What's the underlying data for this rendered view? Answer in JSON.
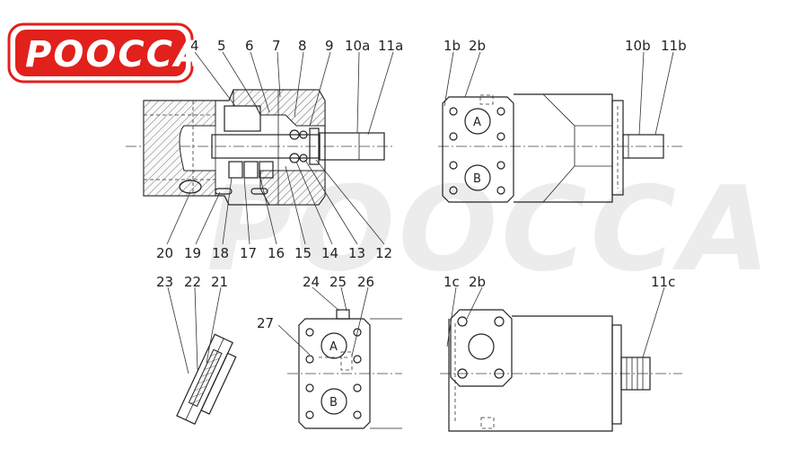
{
  "logo": {
    "text": "POOCCA",
    "color": "#e2201c"
  },
  "watermark": {
    "text": "POOCCA"
  },
  "ports": {
    "a": "A",
    "b": "B"
  },
  "labels_top_left": [
    "4",
    "5",
    "6",
    "7",
    "8",
    "9",
    "10a",
    "11a"
  ],
  "labels_bottom_left": [
    "20",
    "19",
    "18",
    "17",
    "16",
    "15",
    "14",
    "13",
    "12"
  ],
  "labels_top_right_a": [
    "1b",
    "2b"
  ],
  "labels_top_right_b": [
    "10b",
    "11b"
  ],
  "labels_bottom_left_small": [
    "23",
    "22",
    "21"
  ],
  "labels_bottom_mid": [
    "24",
    "25",
    "26"
  ],
  "label_27": "27",
  "labels_bottom_right_a": [
    "1c",
    "2b"
  ],
  "label_11c": "11c",
  "colors": {
    "brand_red": "#e2201c",
    "line": "#222222"
  }
}
